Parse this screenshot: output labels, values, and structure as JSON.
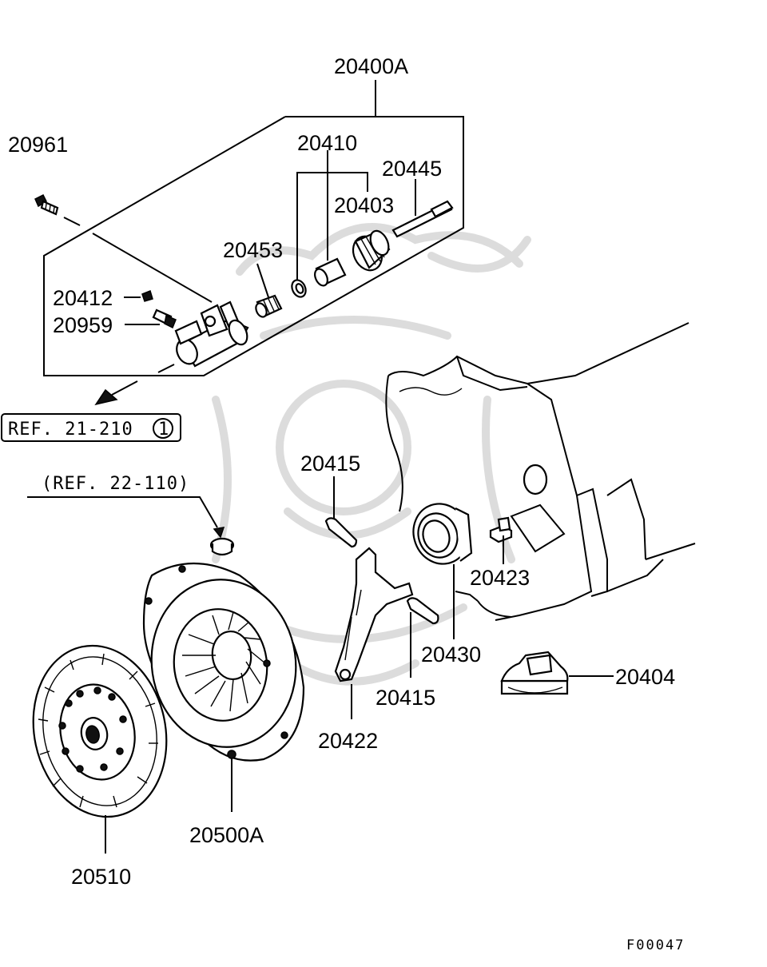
{
  "labels": {
    "assembly": "20400A",
    "bolt": "20961",
    "cyl_kit": "20410",
    "pushrod": "20445",
    "boot": "20403",
    "spring": "20453",
    "cap": "20412",
    "bleeder": "20959",
    "clip_upper": "20415",
    "clip_lower": "20415",
    "bearing": "20430",
    "pivot": "20423",
    "fork": "20422",
    "dust_boot": "20404",
    "pressure_plate": "20500A",
    "disc": "20510"
  },
  "refs": {
    "ref_box": "REF. 21-210",
    "ref_box_num": "1",
    "ref_paren": "(REF. 22-110)"
  },
  "figure_id": "F00047",
  "colors": {
    "ink": "#000000",
    "watermark": "#d4d4d4",
    "paper": "#ffffff"
  }
}
